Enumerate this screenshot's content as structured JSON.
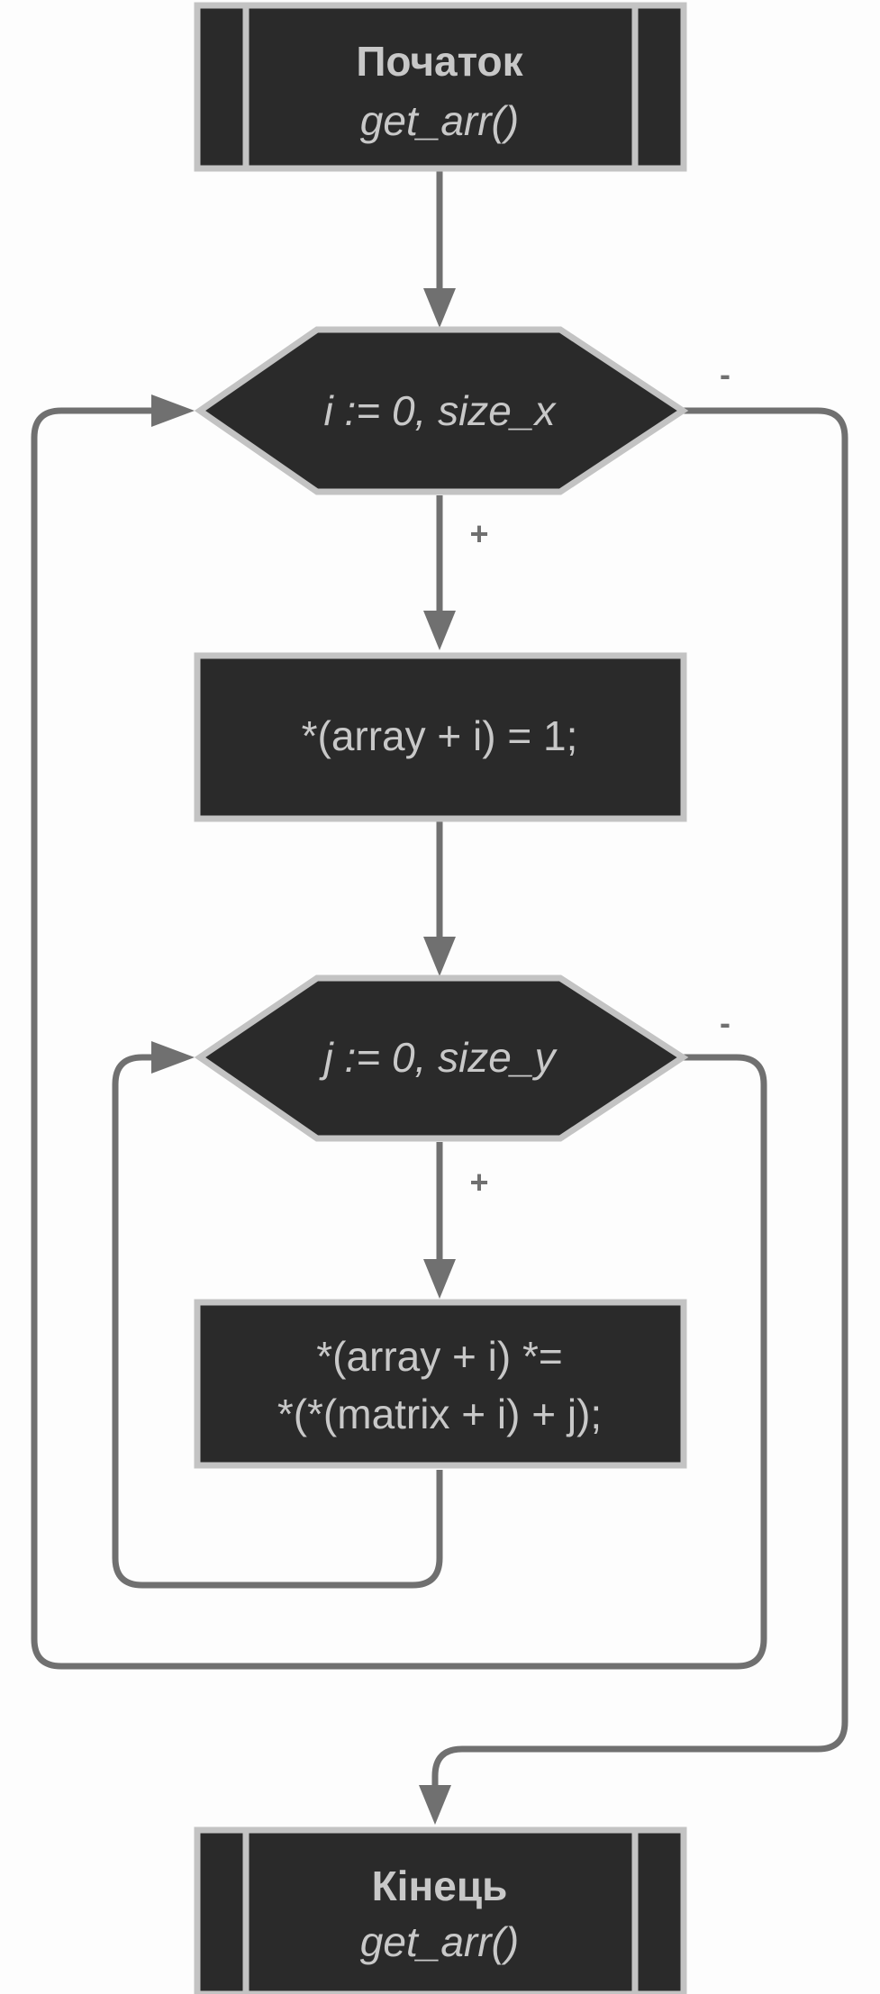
{
  "nodes": {
    "start": {
      "title": "Початок",
      "subtitle": "get_arr()"
    },
    "loop_i": {
      "label": "i := 0, size_x"
    },
    "assign": {
      "label": "*(array + i) = 1;"
    },
    "loop_j": {
      "label": "j := 0, size_y"
    },
    "multiply": {
      "line1": "*(array + i) *=",
      "line2": "*(*(matrix + i) + j);"
    },
    "end": {
      "title": "Кінець",
      "subtitle": "get_arr()"
    }
  },
  "edges": {
    "loop_i_yes": "+",
    "loop_i_no": "-",
    "loop_j_yes": "+",
    "loop_j_no": "-"
  }
}
